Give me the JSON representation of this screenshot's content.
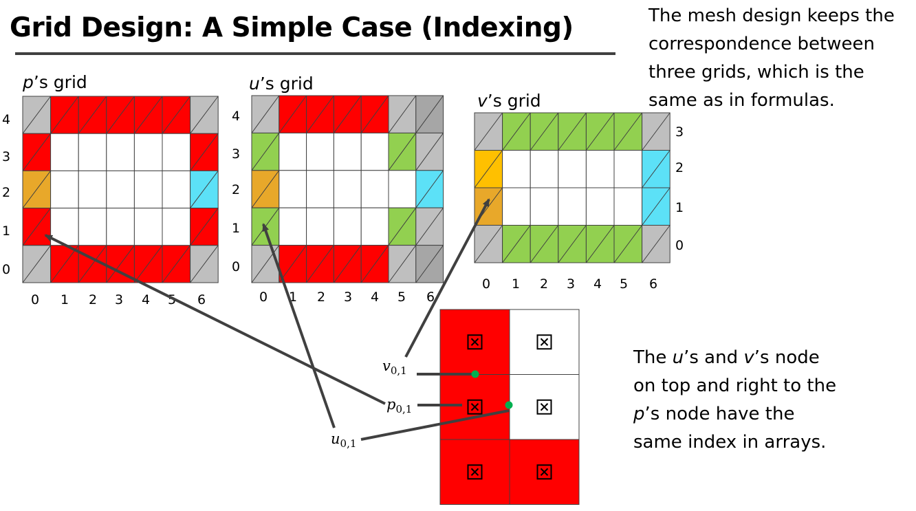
{
  "title": "Grid Design: A Simple Case (Indexing)",
  "note_top": [
    "The mesh design keeps the",
    "correspondence between",
    "three grids, which is the",
    "same as in formulas."
  ],
  "note_bottom": [
    {
      "prefix": "The ",
      "u": "u",
      "mid": "’s and ",
      "v": "v",
      "suffix": "’s node"
    },
    {
      "text": "on top and right to the"
    },
    {
      "p": "p",
      "suffix": "’s node have the"
    },
    {
      "text": "same index in arrays."
    }
  ],
  "colors": {
    "red": "#ff0000",
    "gray": "#bfbfbf",
    "dark_gray": "#a6a6a6",
    "white": "#ffffff",
    "green": "#92d050",
    "orange": "#e8a82a",
    "yellow": "#ffc000",
    "cyan": "#5ce1f7",
    "arrow": "#404040",
    "dot": "#00b050"
  },
  "grids": [
    {
      "id": "p",
      "label_var": "p",
      "label_rest": "’s grid",
      "cols": 7,
      "rows": 5,
      "x_labels": [
        "0",
        "1",
        "2",
        "3",
        "4",
        "5",
        "6"
      ],
      "y_labels": [
        "4",
        "3",
        "2",
        "1",
        "0"
      ],
      "cells": [
        [
          "G",
          "R",
          "R",
          "R",
          "R",
          "R",
          "G"
        ],
        [
          "R",
          "W",
          "W",
          "W",
          "W",
          "W",
          "R"
        ],
        [
          "O",
          "W",
          "W",
          "W",
          "W",
          "W",
          "C"
        ],
        [
          "R",
          "W",
          "W",
          "W",
          "W",
          "W",
          "R"
        ],
        [
          "G",
          "R",
          "R",
          "R",
          "R",
          "R",
          "G"
        ]
      ]
    },
    {
      "id": "u",
      "label_var": "u",
      "label_rest": "’s grid",
      "cols": 7,
      "rows": 5,
      "x_labels": [
        "0",
        "1",
        "2",
        "3",
        "4",
        "5",
        "6"
      ],
      "y_labels": [
        "4",
        "3",
        "2",
        "1",
        "0"
      ],
      "cells": [
        [
          "G",
          "R",
          "R",
          "R",
          "R",
          "G",
          "D"
        ],
        [
          "N",
          "W",
          "W",
          "W",
          "W",
          "N",
          "G"
        ],
        [
          "O",
          "W",
          "W",
          "W",
          "W",
          "W",
          "C"
        ],
        [
          "N",
          "W",
          "W",
          "W",
          "W",
          "N",
          "G"
        ],
        [
          "G",
          "R",
          "R",
          "R",
          "R",
          "G",
          "D"
        ]
      ]
    },
    {
      "id": "v",
      "label_var": "v",
      "label_rest": "’s grid",
      "cols": 7,
      "rows": 4,
      "x_labels": [
        "0",
        "1",
        "2",
        "3",
        "4",
        "5",
        "6"
      ],
      "y_labels": [
        "3",
        "2",
        "1",
        "0"
      ],
      "cells": [
        [
          "G",
          "N",
          "N",
          "N",
          "N",
          "N",
          "G"
        ],
        [
          "Y",
          "W",
          "W",
          "W",
          "W",
          "W",
          "C"
        ],
        [
          "O",
          "W",
          "W",
          "W",
          "W",
          "W",
          "C"
        ],
        [
          "G",
          "N",
          "N",
          "N",
          "N",
          "N",
          "G"
        ]
      ]
    }
  ],
  "zoom": {
    "cells": [
      [
        "R",
        "W"
      ],
      [
        "R",
        "W"
      ],
      [
        "R",
        "R"
      ]
    ],
    "glyph": "⊠"
  },
  "points": [
    {
      "id": "v",
      "var": "v",
      "sub": "0,1"
    },
    {
      "id": "p",
      "var": "p",
      "sub": "0,1"
    },
    {
      "id": "u",
      "var": "u",
      "sub": "0,1"
    }
  ]
}
